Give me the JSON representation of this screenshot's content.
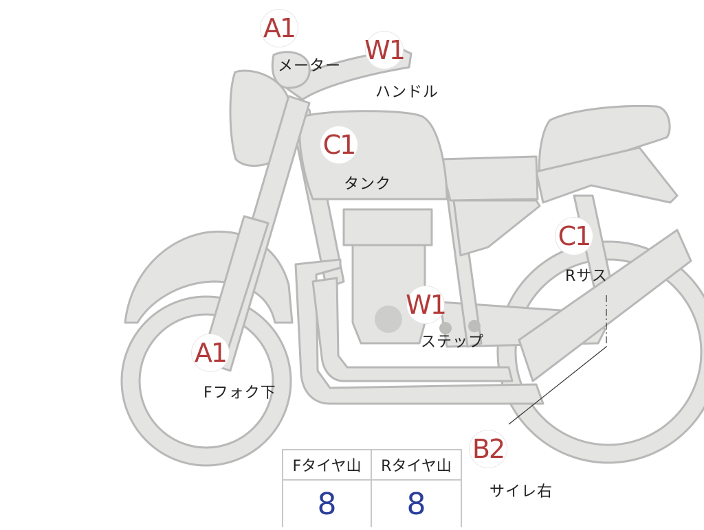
{
  "parts": {
    "meter": {
      "code": "A1",
      "label": "メーター"
    },
    "handle": {
      "code": "W1",
      "label": "ハンドル"
    },
    "tank": {
      "code": "C1",
      "label": "タンク"
    },
    "rear_suspension": {
      "code": "C1",
      "label": "Rサス"
    },
    "step": {
      "code": "W1",
      "label": "ステップ"
    },
    "front_fork_lower": {
      "code": "A1",
      "label": "Fフォク下"
    },
    "muffler_right": {
      "code": "B2",
      "label": "サイレ右"
    }
  },
  "tire_table": {
    "front_header": "Fタイヤ山",
    "rear_header": "Rタイヤ山",
    "front_value": "8",
    "rear_value": "8"
  },
  "colors": {
    "body_fill": "#e4e4e2",
    "body_stroke": "#b8b8b8",
    "code_red": "#b23a3a",
    "value_blue": "#2a3f9a"
  }
}
